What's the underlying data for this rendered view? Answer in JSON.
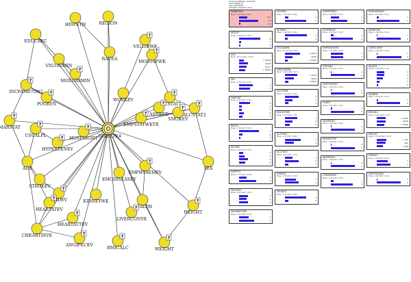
{
  "window": {
    "header_lines": [
      "Level probabilities: 1/21/2016",
      "Case: Weight (l)",
      "Log: 21/51/2016",
      "Compiled: 21/21/21 (21,1)"
    ]
  },
  "network": {
    "hub_label": "DIABETE4",
    "nodes": [
      {
        "id": "EDUCREC",
        "label": "EDUCREC",
        "q": false
      },
      {
        "id": "HISPETH",
        "label": "HISPETH",
        "q": false
      },
      {
        "id": "REGION",
        "label": "REGION",
        "q": false
      },
      {
        "id": "VIG10DMIN",
        "label": "VIG10DMIN",
        "q": false
      },
      {
        "id": "MOD10DMIN",
        "label": "MOD10DMIN",
        "q": true
      },
      {
        "id": "RACEA",
        "label": "RACEA",
        "q": false
      },
      {
        "id": "VIG10FWK",
        "label": "VIG10FWK",
        "q": true
      },
      {
        "id": "MOD10FWK",
        "label": "MOD10FWK",
        "q": true
      },
      {
        "id": "INCFAM07ON2",
        "label": "INCFAM07ON2",
        "q": true
      },
      {
        "id": "POORYN",
        "label": "POORYN",
        "q": true
      },
      {
        "id": "WORKEV",
        "label": "WORKEV",
        "q": false
      },
      {
        "id": "ALCSTAT1",
        "label": "ALCSTAT1",
        "q": true
      },
      {
        "id": "ASNEED",
        "label": "ASNEED",
        "q": true
      },
      {
        "id": "SMOKEV",
        "label": "SMOKEV",
        "q": true
      },
      {
        "id": "ALCSTAT2",
        "label": "ALCSTAT2",
        "q": true
      },
      {
        "id": "MARSTAT",
        "label": "MARSTAT",
        "q": true
      },
      {
        "id": "USUALPL",
        "label": "USUALPL",
        "q": true
      },
      {
        "id": "HYPERTENEV",
        "label": "HYPERTENEV",
        "q": true
      },
      {
        "id": "HOSPNIGHT",
        "label": "HOSPNIGHT",
        "q": true
      },
      {
        "id": "EMPSTAYWKTR",
        "label": "EMPSTAYWKTR",
        "q": true
      },
      {
        "id": "AGE",
        "label": "AGE",
        "q": false
      },
      {
        "id": "STROKEV",
        "label": "STROKEV",
        "q": false
      },
      {
        "id": "EMPHYSEMEV",
        "label": "EMPHYSEMEV",
        "q": true
      },
      {
        "id": "SEX",
        "label": "SEX",
        "q": false
      },
      {
        "id": "CHDEV",
        "label": "CHDEV",
        "q": true
      },
      {
        "id": "HEARTATEV",
        "label": "HEARTATEV",
        "q": true
      },
      {
        "id": "EMODISEASEV",
        "label": "EMODISEASEV",
        "q": false
      },
      {
        "id": "HEALTH",
        "label": "HEALTH",
        "q": false
      },
      {
        "id": "KIDNEYWK",
        "label": "KIDNEYWK",
        "q": false
      },
      {
        "id": "HEARTATTEV",
        "label": "HEARTATTEV",
        "q": true
      },
      {
        "id": "HEIGHT",
        "label": "HEIGHT",
        "q": true
      },
      {
        "id": "CHEARTDIVE",
        "label": "CHEARTDIVE",
        "q": false
      },
      {
        "id": "ANGIPECEV",
        "label": "ANGIPECEV",
        "q": true
      },
      {
        "id": "LIVERCONYR",
        "label": "LIVERCONYR",
        "q": true
      },
      {
        "id": "BMICALC",
        "label": "BMICALC",
        "q": true
      },
      {
        "id": "WEIGHT",
        "label": "WEIGHT",
        "q": true
      }
    ]
  },
  "monitors": [
    {
      "title": "DIABETES4",
      "sub": "Mean: 2.00 (SD= 0.05)",
      "rows": [
        [
          "",
          0.34,
          "0.1"
        ],
        [
          "",
          0.78,
          "21"
        ],
        [
          "",
          0.06,
          "2.3"
        ]
      ],
      "selected": true
    },
    {
      "title": "HEIGHT",
      "sub": "Mean: 1.00 (SD= 0.00)",
      "rows": [
        [
          "",
          0.85,
          "4"
        ],
        [
          "",
          0.08,
          "1"
        ],
        [
          "",
          0.05,
          "3"
        ]
      ]
    },
    {
      "title": "AGE",
      "sub": "Mean: 54.13 (SD= 17.51)",
      "rows": [
        [
          "",
          0.2,
          "< 18.00"
        ],
        [
          "",
          0.35,
          "36.48"
        ],
        [
          "",
          0.3,
          "53.07"
        ],
        [
          "",
          0.25,
          "> 99.00"
        ]
      ]
    },
    {
      "title": "SEX",
      "sub": "Mean: 1.56 (SD= 0.50)",
      "rows": [
        [
          "",
          0.55,
          "1"
        ],
        [
          "",
          0.45,
          "2"
        ]
      ]
    },
    {
      "title": "MARSTAT",
      "sub": "Mean: 2.65 (SD= 1.76)",
      "rows": [
        [
          "",
          0.45,
          "1"
        ],
        [
          "",
          0.1,
          "2"
        ],
        [
          "",
          0.12,
          "3"
        ],
        [
          "",
          0.2,
          "4"
        ],
        [
          "",
          0.15,
          "5"
        ]
      ]
    },
    {
      "title": "RACEA",
      "sub": "Mean: 1.44 (SD= 0.94)",
      "rows": [
        [
          "",
          0.8,
          "1"
        ],
        [
          "",
          0.15,
          "2"
        ],
        [
          "",
          0.05,
          "3"
        ]
      ]
    },
    {
      "title": "REGION",
      "sub": "Mean: 2.60 (SD= 1.04)",
      "rows": [
        [
          "",
          0.18,
          "1"
        ],
        [
          "",
          0.22,
          "2"
        ],
        [
          "",
          0.35,
          "3"
        ],
        [
          "",
          0.25,
          "4"
        ]
      ]
    },
    {
      "title": "HISPETH",
      "sub": "Mean: 1.74 (SD= 0.44)",
      "rows": [
        [
          "",
          0.3,
          "1"
        ],
        [
          "",
          0.7,
          "2"
        ]
      ]
    },
    {
      "title": "EDUCREC",
      "sub": "Mean: 3.62 (SD= 1.06)",
      "rows": [
        [
          "",
          0.35,
          "1"
        ],
        [
          "",
          0.3,
          "2"
        ],
        [
          "",
          0.35,
          "3"
        ]
      ]
    },
    {
      "title": "INCFAM07ON2",
      "sub": "Mean: 1.60 (SD= 0.49)",
      "rows": [
        [
          "",
          0.4,
          "1"
        ],
        [
          "",
          0.6,
          "2"
        ]
      ]
    },
    {
      "title": "POORYN",
      "sub": "Mean: 1.85 (SD= 0.36)",
      "rows": [
        [
          "",
          0.15,
          "1"
        ],
        [
          "",
          0.85,
          "2"
        ]
      ]
    },
    {
      "title": "WORKEV",
      "sub": "Mean: 1.10 (SD= 0.30)",
      "rows": [
        [
          "",
          0.9,
          "1"
        ],
        [
          "",
          0.1,
          "2"
        ]
      ]
    },
    {
      "title": "VIG10DMIN",
      "sub": "Mean: 27.40 (SD= 20.5)",
      "rows": [
        [
          "",
          0.6,
          "< 20.00"
        ],
        [
          "",
          0.3,
          "40.00"
        ],
        [
          "",
          0.1,
          "> 60.00"
        ]
      ]
    },
    {
      "title": "MOD10DMIN",
      "sub": "Mean: 31.20 (SD= 22.7)",
      "rows": [
        [
          "",
          0.5,
          "< 20.00"
        ],
        [
          "",
          0.35,
          "40.00"
        ],
        [
          "",
          0.15,
          "> 60.00"
        ]
      ]
    },
    {
      "title": "VIG10FWK",
      "sub": "Mean: 2.10 (SD= 1.80)",
      "rows": [
        [
          "",
          0.55,
          "1"
        ],
        [
          "",
          0.3,
          "2"
        ],
        [
          "",
          0.15,
          "3"
        ]
      ]
    },
    {
      "title": "MOD10FWK",
      "sub": "Mean: 2.45 (SD= 1.90)",
      "rows": [
        [
          "",
          0.5,
          "1"
        ],
        [
          "",
          0.3,
          "2"
        ],
        [
          "",
          0.2,
          "3"
        ]
      ]
    },
    {
      "title": "ALCSTAT1",
      "sub": "Mean: 1.35 (SD= 0.48)",
      "rows": [
        [
          "",
          0.65,
          "1"
        ],
        [
          "",
          0.35,
          "2"
        ]
      ]
    },
    {
      "title": "ALCSTAT2",
      "sub": "Mean: 1.82 (SD= 0.70)",
      "rows": [
        [
          "",
          0.3,
          "1"
        ],
        [
          "",
          0.55,
          "2"
        ],
        [
          "",
          0.15,
          "3"
        ]
      ]
    },
    {
      "title": "SMOKEV",
      "sub": "Mean: 1.56 (SD= 0.50)",
      "rows": [
        [
          "",
          0.44,
          "1"
        ],
        [
          "",
          0.56,
          "2"
        ]
      ]
    },
    {
      "title": "USUALPL",
      "sub": "Mean: 1.15 (SD= 0.36)",
      "rows": [
        [
          "",
          0.85,
          "1"
        ],
        [
          "",
          0.15,
          "2"
        ]
      ]
    },
    {
      "title": "HYPERTENEV",
      "sub": "Mean: 1.68 (SD= 0.47)",
      "rows": [
        [
          "",
          0.32,
          "1"
        ],
        [
          "",
          0.68,
          "2"
        ]
      ]
    },
    {
      "title": "HOSPNIGHT",
      "sub": "Mean: 1.90 (SD= 0.30)",
      "rows": [
        [
          "",
          0.1,
          "1"
        ],
        [
          "",
          0.9,
          "2"
        ]
      ]
    },
    {
      "title": "EMPSTAYWKTR",
      "sub": "Mean: 1.50 (SD= 0.50)",
      "rows": [
        [
          "",
          0.5,
          "1"
        ],
        [
          "",
          0.5,
          "2"
        ]
      ]
    },
    {
      "title": "STROKEV",
      "sub": "Mean: 1.97 (SD= 0.17)",
      "rows": [
        [
          "",
          0.03,
          "1"
        ],
        [
          "",
          0.97,
          "2"
        ]
      ]
    },
    {
      "title": "EMPHYSEMEV",
      "sub": "Mean: 1.98 (SD= 0.14)",
      "rows": [
        [
          "",
          0.02,
          "1"
        ],
        [
          "",
          0.98,
          "2"
        ]
      ]
    },
    {
      "title": "CHDEV",
      "sub": "Mean: 1.95 (SD= 0.22)",
      "rows": [
        [
          "",
          0.05,
          "1"
        ],
        [
          "",
          0.95,
          "2"
        ]
      ]
    },
    {
      "title": "HEARTATEV",
      "sub": "Mean: 1.96 (SD= 0.20)",
      "rows": [
        [
          "",
          0.04,
          "1"
        ],
        [
          "",
          0.96,
          "2"
        ]
      ]
    },
    {
      "title": "HEARTATTEV",
      "sub": "Mean: 1.96 (SD= 0.19)",
      "rows": [
        [
          "",
          0.04,
          "1"
        ],
        [
          "",
          0.96,
          "2"
        ]
      ]
    },
    {
      "title": "ANGIPECEV",
      "sub": "Mean: 1.98 (SD= 0.15)",
      "rows": [
        [
          "",
          0.02,
          "1"
        ],
        [
          "",
          0.98,
          "2"
        ]
      ]
    },
    {
      "title": "CHEARTDIVE",
      "sub": "Mean: 1.90 (SD= 0.30)",
      "rows": [
        [
          "",
          0.1,
          "1"
        ],
        [
          "",
          0.9,
          "2"
        ]
      ]
    },
    {
      "title": "EMODISEASEV",
      "sub": "Mean: 1.92 (SD= 0.27)",
      "rows": [
        [
          "",
          0.08,
          "1"
        ],
        [
          "",
          0.92,
          "2"
        ]
      ]
    },
    {
      "title": "KIDNEYWK",
      "sub": "Mean: 1.98 (SD= 0.14)",
      "rows": [
        [
          "",
          0.02,
          "1"
        ],
        [
          "",
          0.98,
          "2"
        ]
      ]
    },
    {
      "title": "LIVERCONYR",
      "sub": "Mean: 1.99 (SD= 0.10)",
      "rows": [
        [
          "",
          0.01,
          "1"
        ],
        [
          "",
          0.99,
          "2"
        ]
      ]
    },
    {
      "title": "HEALTH",
      "sub": "Mean: 2.30 (SD= 1.10)",
      "rows": [
        [
          "",
          0.3,
          "1"
        ],
        [
          "",
          0.3,
          "2"
        ],
        [
          "",
          0.25,
          "3"
        ],
        [
          "",
          0.1,
          "4"
        ],
        [
          "",
          0.05,
          "5"
        ]
      ]
    },
    {
      "title": "ASNEED",
      "sub": "Mean: 1.95 (SD= 0.22)",
      "rows": [
        [
          "",
          0.05,
          "1"
        ],
        [
          "",
          0.95,
          "2"
        ]
      ]
    },
    {
      "title": "BMICALC",
      "sub": "Mean: 27.80 (SD= 6.10)",
      "rows": [
        [
          "",
          0.35,
          "< 25.00"
        ],
        [
          "",
          0.35,
          "30.00"
        ],
        [
          "",
          0.3,
          "> 30.00"
        ]
      ]
    },
    {
      "title": "WEIGHT",
      "sub": "Mean: 175.20 (SD= 42.1)",
      "rows": [
        [
          "",
          0.4,
          "< 150"
        ],
        [
          "",
          0.35,
          "200"
        ],
        [
          "",
          0.25,
          "> 200"
        ]
      ]
    },
    {
      "title": "SMOKEV",
      "sub": "Mean: 1.56 (SD= 0.50)",
      "rows": [
        [
          "",
          0.44,
          "1"
        ],
        [
          "",
          0.56,
          "2"
        ]
      ]
    },
    {
      "title": "EMPHYSEMEV",
      "sub": "Mean: 1.98 (SD= 0.14)",
      "rows": [
        [
          "",
          0.02,
          "1"
        ],
        [
          "",
          0.98,
          "2"
        ]
      ]
    }
  ]
}
